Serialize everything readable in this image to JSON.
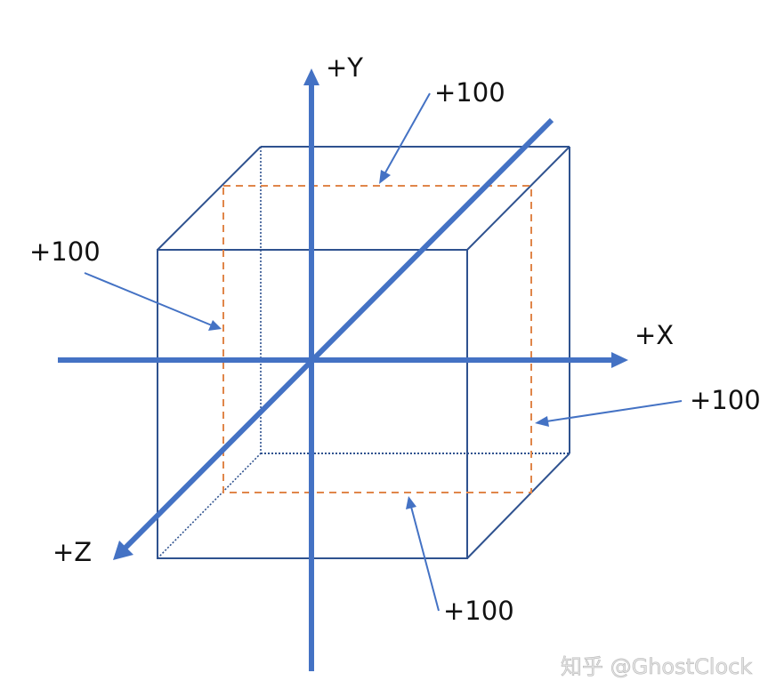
{
  "diagram": {
    "type": "3d-coordinate-system-cube",
    "axes": {
      "y": {
        "label": "+Y"
      },
      "x": {
        "label": "+X"
      },
      "z": {
        "label": "+Z"
      }
    },
    "annotations": {
      "top": "+100",
      "left": "+100",
      "right": "+100",
      "bottom": "+100"
    },
    "colors": {
      "axis": "#4472C4",
      "cube_edge": "#2F528F",
      "dashed_square": "#ED7D31",
      "text": "#111111"
    }
  },
  "watermark": "知乎 @GhostClock"
}
